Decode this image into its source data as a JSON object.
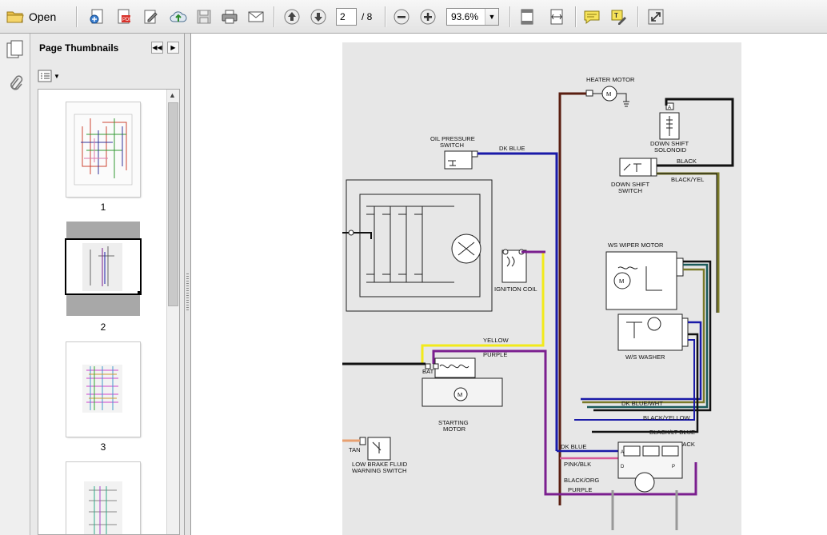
{
  "toolbar": {
    "open_label": "Open",
    "current_page": "2",
    "total_pages": "/ 8",
    "zoom": "93.6%"
  },
  "panel": {
    "title": "Page Thumbnails"
  },
  "thumbnails": [
    {
      "number": "1"
    },
    {
      "number": "2"
    },
    {
      "number": "3"
    }
  ],
  "diagram": {
    "labels": {
      "heater_motor": "HEATER MOTOR",
      "oil_pressure_1": "OIL PRESSURE",
      "oil_pressure_2": "SWITCH",
      "dk_blue_top": "DK BLUE",
      "down_shift_solenoid_1": "DOWN SHIFT",
      "down_shift_solenoid_2": "SOLONOID",
      "black_top": "BLACK",
      "down_shift_switch_1": "DOWN SHIFT",
      "down_shift_switch_2": "SWITCH",
      "black_yel": "BLACK/YEL",
      "ws_wiper_motor": "WS WIPER MOTOR",
      "ignition_coil": "IGNITION COIL",
      "yellow": "YELLOW",
      "purple_top": "PURPLE",
      "ws_washer": "W/S WASHER",
      "bat": "BAT",
      "starting_motor_1": "STARTING",
      "starting_motor_2": "MOTOR",
      "dk_blue_wht": "DK BLUE/WHT",
      "black_yellow": "BLACK/YELLOW",
      "black_lt_blue": "BLACK/LT BLUE",
      "black_bottom": "BLACK",
      "dk_blue_bottom": "DK BLUE",
      "pink_blk": "PINK/BLK",
      "black_org": "BLACK/ORG",
      "purple_bottom": "PURPLE",
      "tan": "TAN",
      "low_brake_1": "LOW BRAKE FLUID",
      "low_brake_2": "WARNING SWITCH",
      "connector_A": "A",
      "connector_D": "D",
      "connector_P": "P"
    },
    "wire_colors": {
      "dk_blue": "#1a1aa8",
      "brown": "#5a1e10",
      "black": "#111111",
      "olive": "#7a7a2a",
      "yellow": "#f2ea1a",
      "purple": "#7b1f8f",
      "teal": "#1a5a5a",
      "tan": "#e8a070",
      "pink": "#d85a9a"
    }
  }
}
